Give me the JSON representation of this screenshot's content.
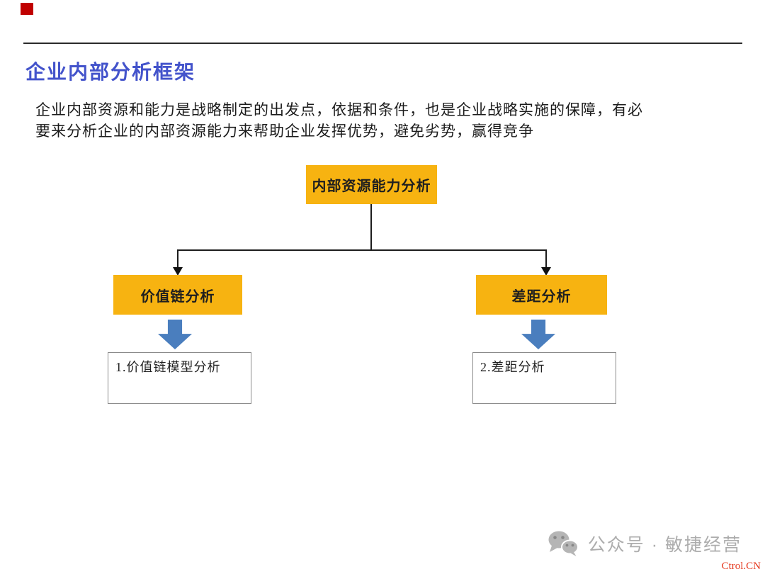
{
  "slide": {
    "title": "企业内部分析框架",
    "intro_lines": [
      "企业内部资源和能力是战略制定的出发点，依据和条件，也是企业战略实施的保障，有必",
      "要来分析企业的内部资源能力来帮助企业发挥优势，避免劣势，赢得竞争"
    ]
  },
  "diagram": {
    "root_label": "内部资源能力分析",
    "left_branch_label": "价值链分析",
    "right_branch_label": "差距分析",
    "left_detail_label": "1.价值链模型分析",
    "right_detail_label": "2.差距分析"
  },
  "footer": {
    "wechat_icon": "wechat-chat-bubbles-icon",
    "wechat_label": "公众号 · 敏捷经营",
    "watermark": "Ctrol.CN"
  },
  "colors": {
    "accent_red_square": "#C00000",
    "title_blue": "#4353CB",
    "node_gold": "#F7B311",
    "arrow_blue": "#4A7EBE",
    "footer_gray": "#ADADAD",
    "watermark_red": "#E5391F"
  }
}
